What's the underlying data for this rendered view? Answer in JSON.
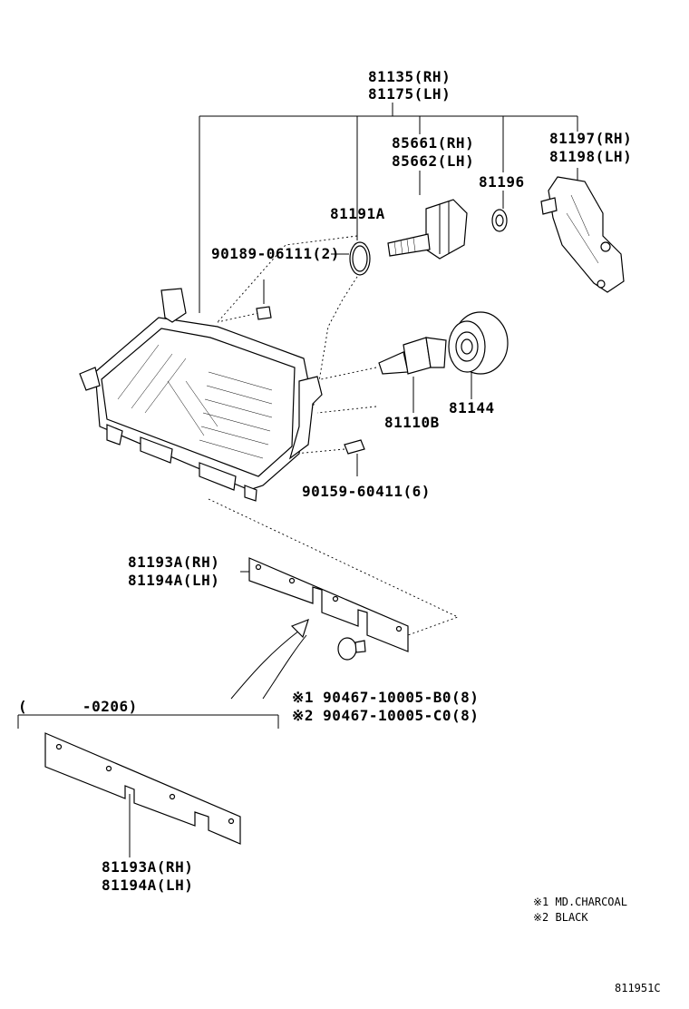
{
  "labels": {
    "assy_rh": "81135(RH)",
    "assy_lh": "81175(LH)",
    "socket_rh": "85661(RH)",
    "socket_lh": "85662(LH)",
    "cover_rh": "81197(RH)",
    "cover_lh": "81198(LH)",
    "ring": "81196",
    "oring": "81191A",
    "screw": "90189-06111(2)",
    "bulb_socket": "81144",
    "bulb": "81110B",
    "bolt": "90159-60411(6)",
    "plate_rh": "81193A(RH)",
    "plate_lh": "81194A(LH)",
    "clip1": "※1 90467-10005-B0(8)",
    "clip2": "※2 90467-10005-C0(8)",
    "range": "(      -0206)",
    "plate2_rh": "81193A(RH)",
    "plate2_lh": "81194A(LH)",
    "note1": "※1 MD.CHARCOAL",
    "note2": "※2 BLACK",
    "diagram_code": "811951C"
  }
}
